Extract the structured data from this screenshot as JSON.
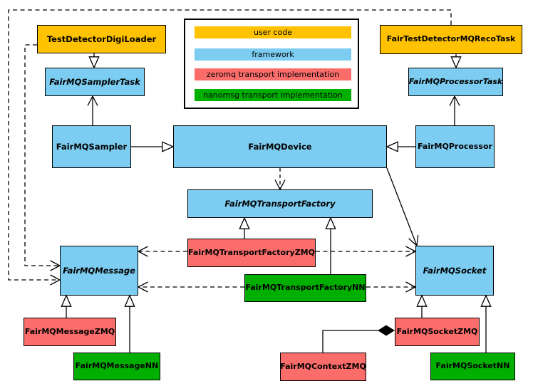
{
  "palette": {
    "user_code": "#FFC200",
    "framework": "#7CCDF1",
    "zeromq": "#FA6D6B",
    "nanomsg": "#00AF00",
    "edge": "#000000",
    "background": "#FFFFFF"
  },
  "legend": {
    "items": [
      {
        "label": "user code",
        "color": "#FFC200"
      },
      {
        "label": "framework",
        "color": "#7CCDF1"
      },
      {
        "label": "zeromq transport implementation",
        "color": "#FA6D6B"
      },
      {
        "label": "nanomsg transport implementation",
        "color": "#00AF00"
      }
    ]
  },
  "nodes": {
    "testDetectorDigiLoader": {
      "label": "TestDetectorDigiLoader",
      "category": "user code"
    },
    "fairTestDetectorMQRecoTask": {
      "label": "FairTestDetectorMQRecoTask",
      "category": "user code"
    },
    "fairMQSamplerTask": {
      "label": "FairMQSamplerTask",
      "category": "framework",
      "abstract": true
    },
    "fairMQProcessorTask": {
      "label": "FairMQProcessorTask",
      "category": "framework",
      "abstract": true
    },
    "fairMQSampler": {
      "label": "FairMQSampler",
      "category": "framework"
    },
    "fairMQDevice": {
      "label": "FairMQDevice",
      "category": "framework"
    },
    "fairMQProcessor": {
      "label": "FairMQProcessor",
      "category": "framework"
    },
    "fairMQTransportFactory": {
      "label": "FairMQTransportFactory",
      "category": "framework",
      "abstract": true
    },
    "fairMQTransportFactoryZMQ": {
      "label": "FairMQTransportFactoryZMQ",
      "category": "zeromq transport implementation"
    },
    "fairMQTransportFactoryNN": {
      "label": "FairMQTransportFactoryNN",
      "category": "nanomsg transport implementation"
    },
    "fairMQMessage": {
      "label": "FairMQMessage",
      "category": "framework",
      "abstract": true
    },
    "fairMQSocket": {
      "label": "FairMQSocket",
      "category": "framework",
      "abstract": true
    },
    "fairMQMessageZMQ": {
      "label": "FairMQMessageZMQ",
      "category": "zeromq transport implementation"
    },
    "fairMQMessageNN": {
      "label": "FairMQMessageNN",
      "category": "nanomsg transport implementation"
    },
    "fairMQContextZMQ": {
      "label": "FairMQContextZMQ",
      "category": "zeromq transport implementation"
    },
    "fairMQSocketZMQ": {
      "label": "FairMQSocketZMQ",
      "category": "zeromq transport implementation"
    },
    "fairMQSocketNN": {
      "label": "FairMQSocketNN",
      "category": "nanomsg transport implementation"
    }
  },
  "edges": [
    {
      "from": "TestDetectorDigiLoader",
      "to": "FairMQSamplerTask",
      "type": "inheritance"
    },
    {
      "from": "FairTestDetectorMQRecoTask",
      "to": "FairMQProcessorTask",
      "type": "inheritance"
    },
    {
      "from": "FairMQSampler",
      "to": "FairMQDevice",
      "type": "inheritance"
    },
    {
      "from": "FairMQProcessor",
      "to": "FairMQDevice",
      "type": "inheritance"
    },
    {
      "from": "FairMQTransportFactoryZMQ",
      "to": "FairMQTransportFactory",
      "type": "inheritance"
    },
    {
      "from": "FairMQTransportFactoryNN",
      "to": "FairMQTransportFactory",
      "type": "inheritance"
    },
    {
      "from": "FairMQMessageZMQ",
      "to": "FairMQMessage",
      "type": "inheritance"
    },
    {
      "from": "FairMQMessageNN",
      "to": "FairMQMessage",
      "type": "inheritance"
    },
    {
      "from": "FairMQSocketZMQ",
      "to": "FairMQSocket",
      "type": "inheritance"
    },
    {
      "from": "FairMQSocketNN",
      "to": "FairMQSocket",
      "type": "inheritance"
    },
    {
      "from": "FairMQSampler",
      "to": "FairMQSamplerTask",
      "type": "association"
    },
    {
      "from": "FairMQProcessor",
      "to": "FairMQProcessorTask",
      "type": "association"
    },
    {
      "from": "FairMQDevice",
      "to": "FairMQSocket",
      "type": "association"
    },
    {
      "from": "FairMQDevice",
      "to": "FairMQTransportFactory",
      "type": "dependency"
    },
    {
      "from": "FairTestDetectorMQRecoTask",
      "to": "FairMQMessage",
      "type": "dependency"
    },
    {
      "from": "TestDetectorDigiLoader",
      "to": "FairMQMessage",
      "type": "dependency"
    },
    {
      "from": "FairMQTransportFactoryZMQ",
      "to": "FairMQMessage",
      "type": "dependency"
    },
    {
      "from": "FairMQTransportFactoryZMQ",
      "to": "FairMQSocket",
      "type": "dependency"
    },
    {
      "from": "FairMQTransportFactoryNN",
      "to": "FairMQMessage",
      "type": "dependency"
    },
    {
      "from": "FairMQTransportFactoryNN",
      "to": "FairMQSocket",
      "type": "dependency"
    },
    {
      "from": "FairMQContextZMQ",
      "to": "FairMQSocketZMQ",
      "type": "composition"
    }
  ]
}
